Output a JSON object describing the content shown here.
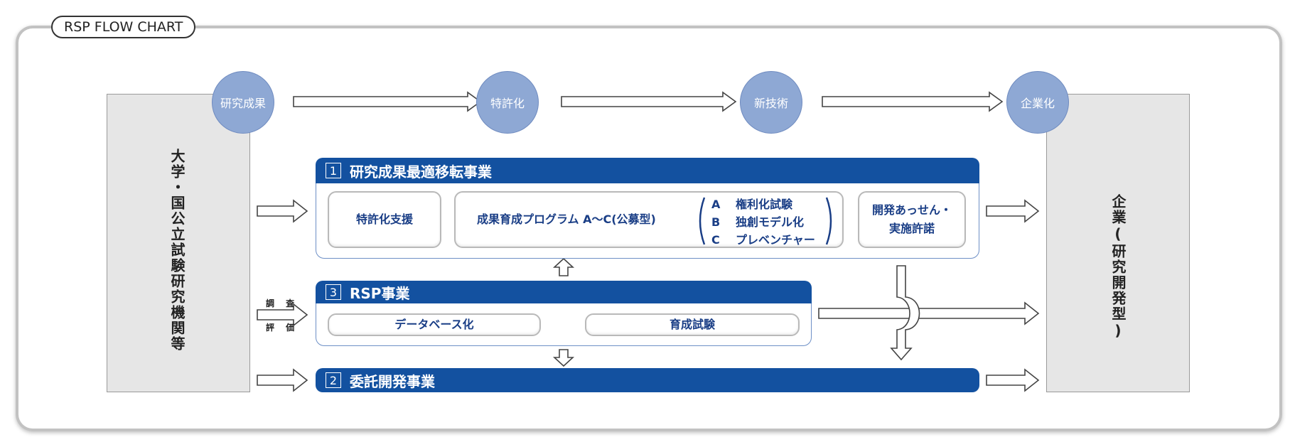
{
  "title_tag": "RSP FLOW CHART",
  "left_column": "大学・国公立試験研究機関等",
  "right_column": "企業(研究開発型)",
  "stages": [
    "研究成果",
    "特許化",
    "新技術",
    "企業化"
  ],
  "side_labels": {
    "survey": "調 査",
    "evaluation": "評 価"
  },
  "program1": {
    "number": "1",
    "title": "研究成果最適移転事業",
    "item_patent": "特許化支援",
    "item_program": "成果育成プログラム A〜C(公募型)",
    "options": [
      {
        "letter": "A",
        "label": "権利化試験"
      },
      {
        "letter": "B",
        "label": "独創モデル化"
      },
      {
        "letter": "C",
        "label": "プレベンチャー"
      }
    ],
    "item_license_line1": "開発あっせん・",
    "item_license_line2": "実施許諾"
  },
  "program3": {
    "number": "3",
    "title": "RSP事業",
    "item_database": "データベース化",
    "item_test": "育成試験"
  },
  "program2": {
    "number": "2",
    "title": "委託開発事業"
  },
  "colors": {
    "bar": "#1351a0",
    "stage": "#8ea8d4",
    "column": "#e6e6e6",
    "text": "#1a3e86"
  }
}
